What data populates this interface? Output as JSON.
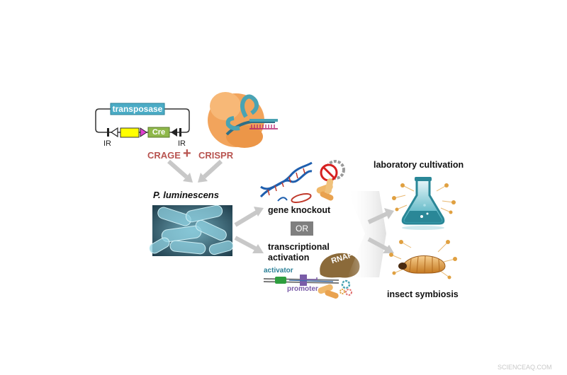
{
  "diagram": {
    "plasmid": {
      "transposase": "transposase",
      "cre": "Cre",
      "ir_left": "IR",
      "ir_right": "IR"
    },
    "methods": {
      "crage": "CRAGE",
      "plus": "+",
      "crispr": "CRISPR"
    },
    "organism": "P. luminescens",
    "outcomes": {
      "knockout": "gene knockout",
      "or": "OR",
      "activation_line1": "transcriptional",
      "activation_line2": "activation",
      "activator": "activator",
      "promoter": "promoter",
      "rnap": "RNAP"
    },
    "applications": {
      "lab": "laboratory cultivation",
      "insect": "insect symbiosis"
    },
    "watermark": "SCIENCEAQ.COM"
  },
  "colors": {
    "crage": "#b85450",
    "transposase_box": "#4bacc6",
    "cre_box": "#8fb84a",
    "yellow_box": "#ffff00",
    "or_box": "#7f7f7f",
    "dna_blue": "#1f5fae",
    "dna_red": "#c0392b",
    "protein_orange": "#f0a050",
    "rna_teal": "#4aa3b3",
    "rnap_brown": "#8b6a3a",
    "activator_green": "#2e9e3e",
    "promoter_purple": "#7a5ca8",
    "flask_teal": "#3aa7b8",
    "node_orange": "#e0a040",
    "arrow_gray": "#c8c8c8"
  }
}
